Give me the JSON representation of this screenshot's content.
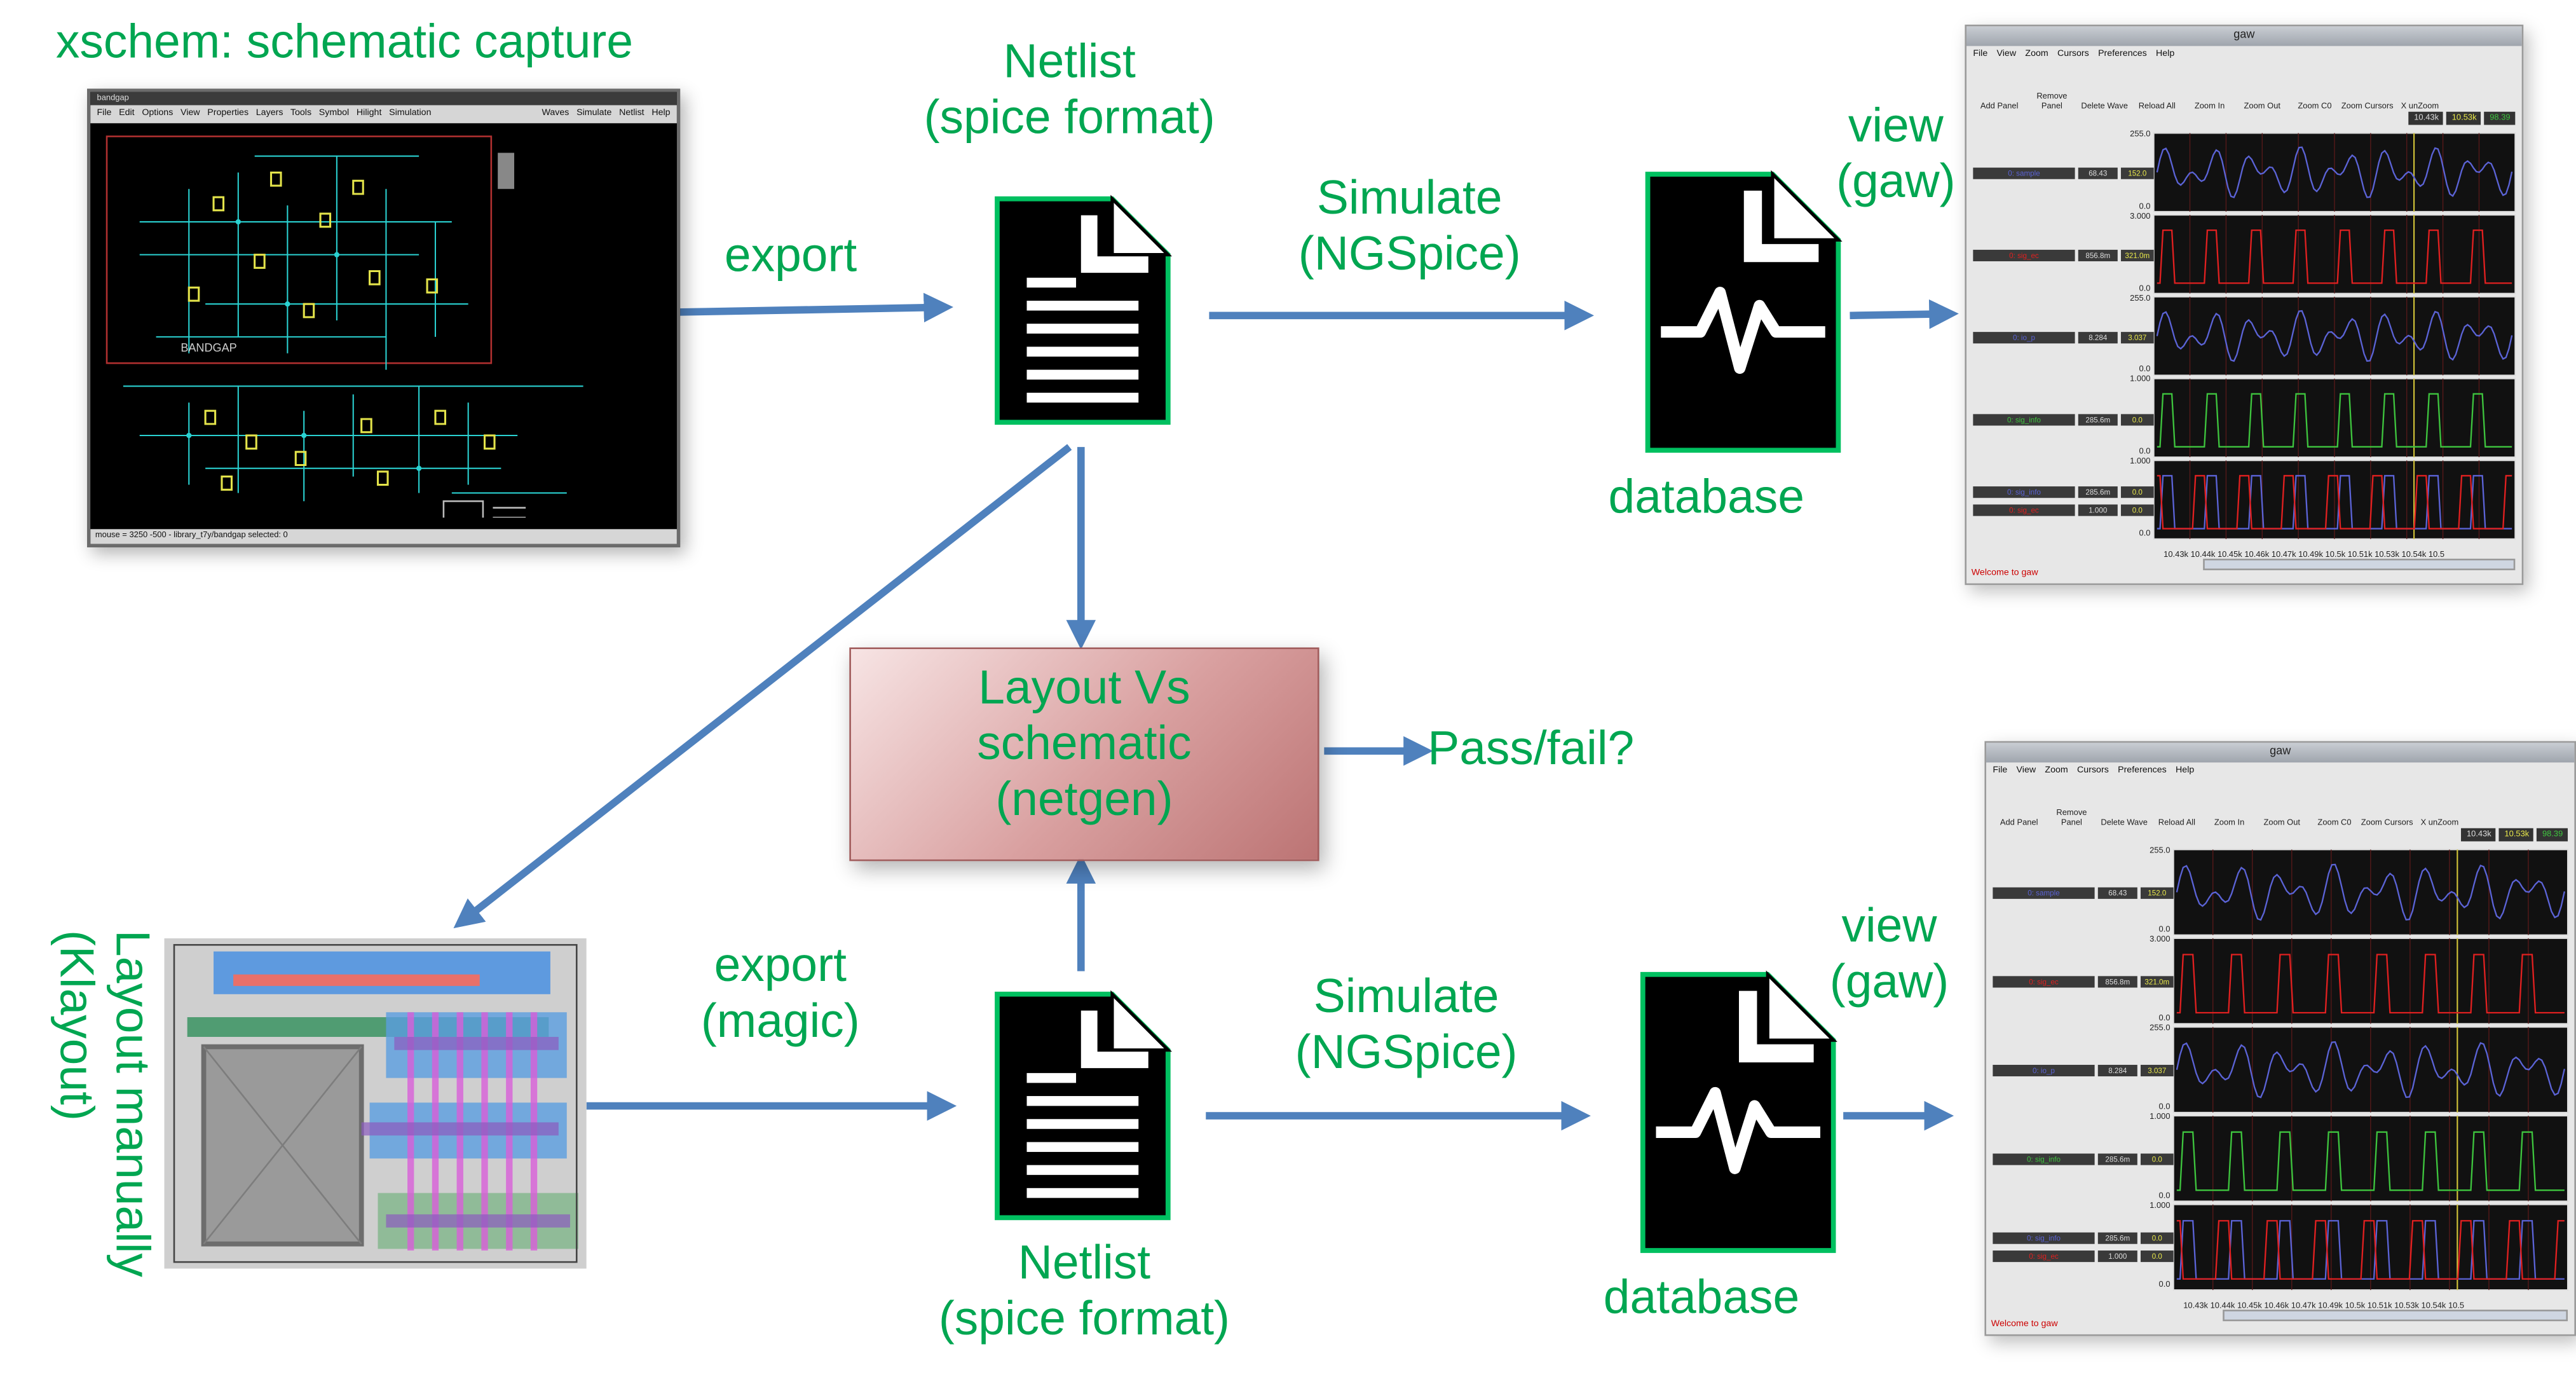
{
  "title": "xschem: schematic capture",
  "top_row": {
    "export_label": "export",
    "netlist_label": [
      "Netlist",
      "(spice format)"
    ],
    "simulate_label": [
      "Simulate",
      "(NGSpice)"
    ],
    "database_label": "database",
    "view_label": [
      "view",
      "(gaw)"
    ]
  },
  "lvs_box": [
    "Layout Vs",
    "schematic",
    "(netgen)"
  ],
  "pass_fail_label": "Pass/fail?",
  "layout_label": [
    "Layout manually",
    "(Klayout)"
  ],
  "bottom_row": {
    "export_label": [
      "export",
      "(magic)"
    ],
    "netlist_label": [
      "Netlist",
      "(spice format)"
    ],
    "simulate_label": [
      "Simulate",
      "(NGSpice)"
    ],
    "database_label": "database",
    "view_label": [
      "view",
      "(gaw)"
    ]
  },
  "xschem_window": {
    "title": "bandgap",
    "menu": "File Edit Options View Properties Layers Tools Symbol Hilight Simulation",
    "right_menu": "Waves Simulate Netlist Help",
    "block_label": "BANDGAP",
    "status": "mouse = 3250 -500 - library_t7y/bandgap selected: 0"
  },
  "gaw_window": {
    "title": "gaw",
    "menu": "File View Zoom Cursors Preferences Help",
    "toolbar": [
      "Add Panel",
      "Remove Panel",
      "Delete Wave",
      "Reload All",
      "Zoom In",
      "Zoom Out",
      "Zoom C0",
      "Zoom Cursors",
      "X unZoom"
    ],
    "cursor_values": [
      "10.43k",
      "10.53k",
      "98.39"
    ],
    "panels": [
      {
        "top": "255.0",
        "bottom": "0.0",
        "waves": [
          {
            "name": "0: sample",
            "v1": "68.43",
            "v2": "152.0",
            "color": "#5b63d6"
          }
        ]
      },
      {
        "top": "3.000",
        "bottom": "0.0",
        "waves": [
          {
            "name": "0: sig_ec",
            "v1": "856.8m",
            "v2": "321.0m",
            "color": "#e02020"
          }
        ]
      },
      {
        "top": "255.0",
        "bottom": "0.0",
        "waves": [
          {
            "name": "0: io_p",
            "v1": "8.284",
            "v2": "3.037",
            "color": "#5b63d6"
          }
        ]
      },
      {
        "top": "1.000",
        "bottom": "0.0",
        "waves": [
          {
            "name": "0: sig_info",
            "v1": "285.6m",
            "v2": "0.0",
            "color": "#3ec43e"
          }
        ]
      },
      {
        "top": "1.000",
        "bottom": "0.0",
        "waves": [
          {
            "name": "0: sig_info",
            "v1": "285.6m",
            "v2": "0.0",
            "color": "#5b63d6"
          },
          {
            "name": "0: sig_ec",
            "v1": "1.000",
            "v2": "0.0",
            "color": "#e02020"
          }
        ]
      }
    ],
    "x_axis": "10.43k 10.44k 10.45k 10.46k 10.47k 10.49k 10.5k 10.51k 10.53k 10.54k 10.5",
    "welcome": "Welcome to gaw"
  },
  "colors": {
    "label_green": "#00a651",
    "arrow_blue": "#4f81bd",
    "doc_border": "#00a651",
    "lvs_fill": "#d9a0a0"
  },
  "icons": [
    "document-icon",
    "database-icon"
  ]
}
